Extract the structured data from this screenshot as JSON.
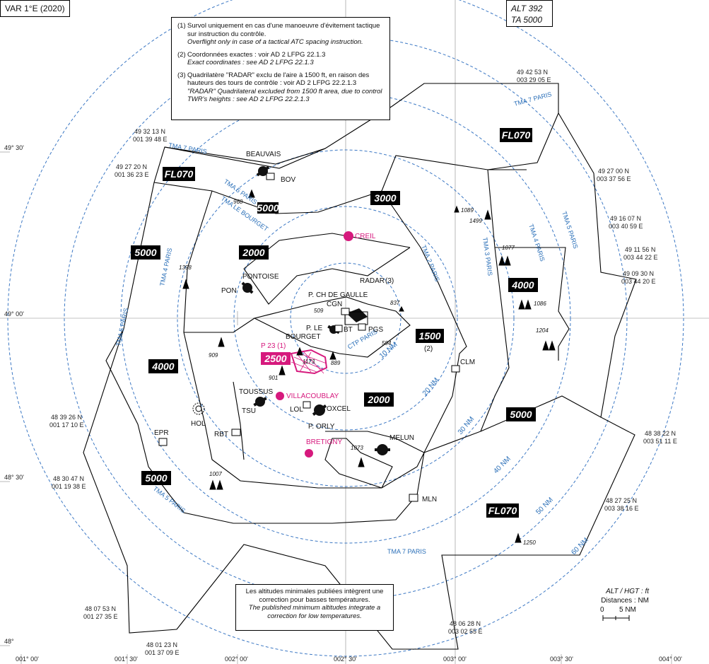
{
  "header": {
    "title": "VAR 1°E (2020)",
    "alt": "ALT 392",
    "ta": "TA 5000"
  },
  "notes": [
    {
      "n": "(1)",
      "fr": "Survol uniquement en cas d'une manoeuvre d'évitement tactique sur instruction du contrôle.",
      "en": "Overflight only in case of a tactical ATC spacing instruction."
    },
    {
      "n": "(2)",
      "fr": "Coordonnées exactes : voir AD 2 LFPG 22.1.3",
      "en": "Exact coordinates : see AD 2 LFPG 22.1.3"
    },
    {
      "n": "(3)",
      "fr": "Quadrilatère \"RADAR\" exclu de l'aire à 1500 ft, en raison des hauteurs des tours de contrôle : voir AD 2 LFPG 22.2.1.3",
      "en": "\"RADAR\" Quadrilateral excluded from 1500 ft area, due to control TWR's heights : see AD 2 LFPG 22.2.1.3"
    }
  ],
  "temp_note": {
    "fr": "Les altitudes minimales publiées intègrent une correction pour basses températures.",
    "en": "The published minimum altitudes integrate a correction for low temperatures."
  },
  "legend": {
    "units": "ALT / HGT : ft",
    "dist": "Distances : NM",
    "scale0": "0",
    "scale5": "5 NM"
  },
  "altitudes": [
    "FL070",
    "FL070",
    "FL070",
    "5000",
    "5000",
    "5000",
    "5000",
    "4000",
    "4000",
    "3000",
    "2000",
    "2000",
    "2500",
    "1500"
  ],
  "distance_rings": [
    "10 NM",
    "20 NM",
    "30 NM",
    "40 NM",
    "50 NM",
    "60 NM"
  ],
  "tma_labels": [
    "TMA 7 PARIS",
    "TMA 7 PARIS",
    "TMA 7 PARIS",
    "TMA 5 PARIS",
    "TMA 5 PARIS",
    "TMA 5 PARIS",
    "TMA 5 PARIS",
    "TMA 4 PARIS",
    "TMA 4 PARIS",
    "TMA 3 PARIS",
    "TMA 2 PARIS",
    "TMA LE BOURGET",
    "CTP PARIS"
  ],
  "places": [
    "BEAUVAIS",
    "BOV",
    "CREIL",
    "PONTOISE",
    "PON",
    "RADAR",
    "(3)",
    "P. CH DE GAULLE",
    "CGN",
    "P. LE",
    "BOURGET",
    "BT",
    "PGS",
    "P 23 (1)",
    "(2)",
    "CLM",
    "TOUSSUS",
    "TSU",
    "VILLACOUBLAY",
    "LOL",
    "OXCEL",
    "P. ORLY",
    "RBT",
    "EPR",
    "HOL",
    "BRETIGNY",
    "MELUN",
    "MLN"
  ],
  "obstacles": [
    "968",
    "1089",
    "1499",
    "1077",
    "1398",
    "1086",
    "837",
    "509",
    "594",
    "1204",
    "909",
    "1173",
    "889",
    "901",
    "1073",
    "1007",
    "1250"
  ],
  "coords": [
    "49 42 53 N",
    "003 29 05 E",
    "49 32 13 N",
    "001 39 48 E",
    "49 27 20 N",
    "001 36 23 E",
    "49 27 00 N",
    "003 37 56 E",
    "49 16 07 N",
    "003 40 59 E",
    "49 11 56 N",
    "003 44 22 E",
    "49 09 30 N",
    "003 44 20 E",
    "48 39 26 N",
    "001 17 10 E",
    "48 30 47 N",
    "001 19 38 E",
    "48 38 22 N",
    "003 51 11 E",
    "48 27 25 N",
    "003 38 16 E",
    "48 07 53 N",
    "001 27 35 E",
    "48 06 28 N",
    "003 02 55 E",
    "48 01 23 N",
    "001 37 09 E"
  ],
  "grid": {
    "lat": [
      "49° 30'",
      "49° 00'",
      "48° 30'",
      "48°"
    ],
    "lon": [
      "001° 00'",
      "001° 30'",
      "002° 00'",
      "002° 30'",
      "003° 00'",
      "003° 30'",
      "004° 00'"
    ]
  }
}
